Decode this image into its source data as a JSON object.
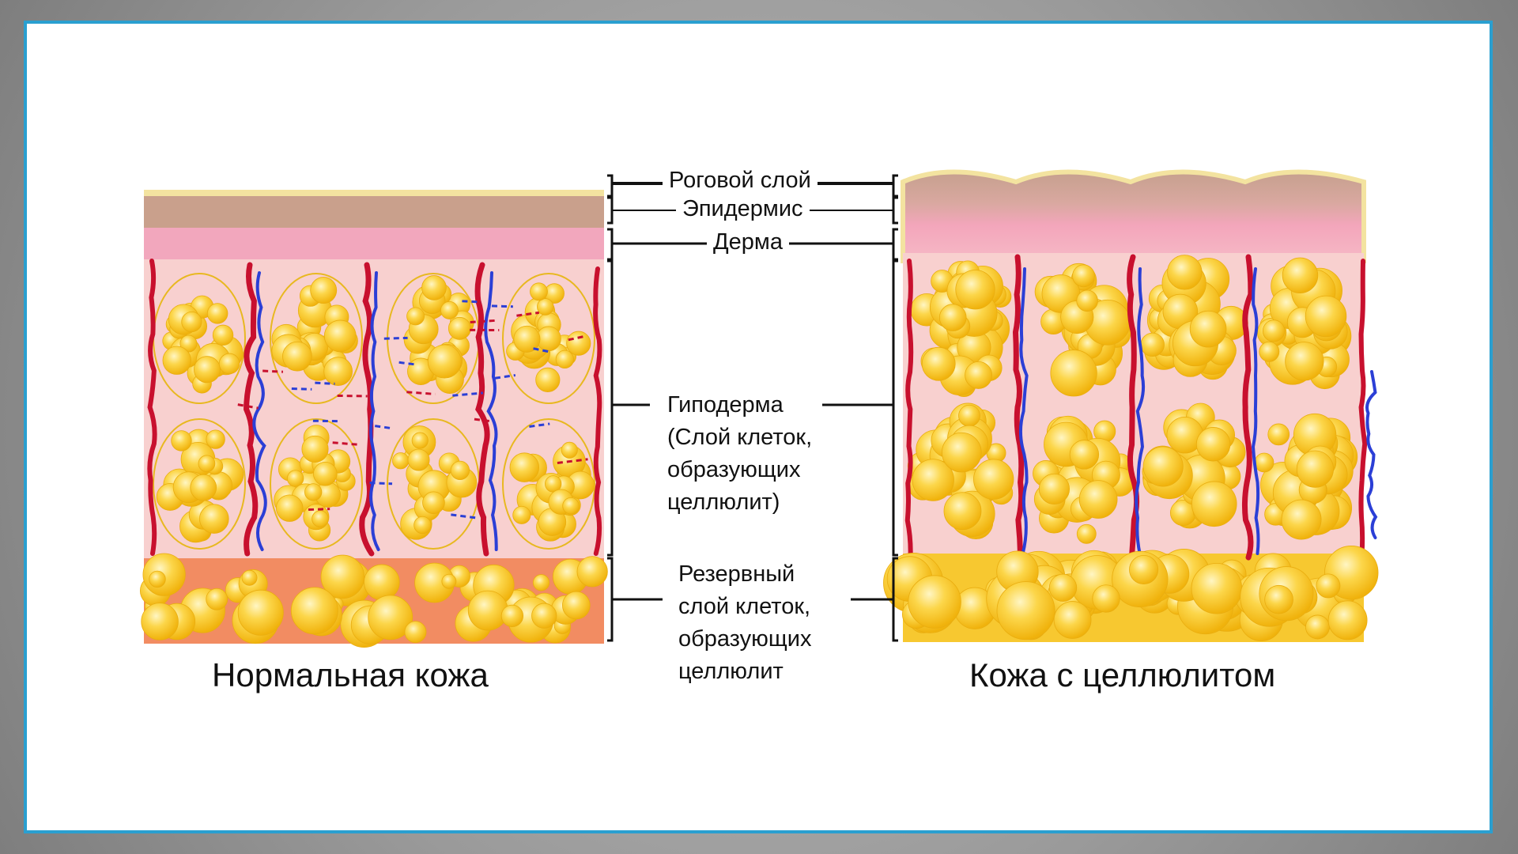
{
  "diagram": {
    "layers": {
      "stratum_corneum": "Роговой слой",
      "epidermis": "Эпидермис",
      "dermis": "Дерма",
      "hypodermis": "Гиподерма\n(Слой клеток,\nобразующих\nцеллюлит)",
      "reserve": "Резервный\nслой клеток,\nобразующих\nцеллюлит"
    },
    "captions": {
      "normal": "Нормальная кожа",
      "cellulite": "Кожа с целлюлитом"
    },
    "colors": {
      "frame_border": "#2a9fd0",
      "fat_cell": "#f7c21a",
      "artery": "#c8102e",
      "vein": "#2b3fd6",
      "dermis": "#f2a3b6",
      "epidermis": "#c99a88",
      "reserve_layer_normal": "#f08a5d"
    },
    "icons": [
      "fat-cell-icon",
      "artery-icon",
      "vein-icon",
      "bracket-icon"
    ]
  }
}
